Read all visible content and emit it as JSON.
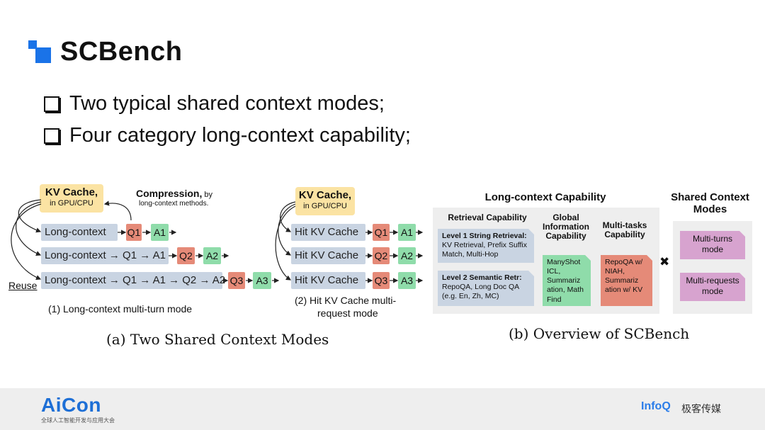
{
  "title": "SCBench",
  "bullets": [
    "Two typical shared context modes;",
    "Four category long-context capability;"
  ],
  "diagram_a": {
    "left": {
      "kv_title": "KV Cache,",
      "kv_sub": "in GPU/CPU",
      "compression_bold": "Compression,",
      "compression_by": " by",
      "compression_sub": "long-context methods.",
      "reuse": "Reuse",
      "row1": {
        "ctx": "Long-context",
        "items": [
          "Q1",
          "A1"
        ]
      },
      "row2": {
        "ctx": "Long-context → Q1 → A1",
        "items": [
          "Q2",
          "A2"
        ]
      },
      "row3": {
        "ctx": "Long-context → Q1 → A1 → Q2 → A2",
        "items": [
          "Q3",
          "A3"
        ]
      },
      "caption": "(1) Long-context multi-turn mode"
    },
    "right": {
      "kv_title": "KV Cache,",
      "kv_sub": "in GPU/CPU",
      "rows": [
        {
          "ctx": "Hit KV Cache",
          "q": "Q1",
          "a": "A1"
        },
        {
          "ctx": "Hit KV Cache",
          "q": "Q2",
          "a": "A2"
        },
        {
          "ctx": "Hit KV Cache",
          "q": "Q3",
          "a": "A3"
        }
      ],
      "caption_line1": "(2) Hit KV Cache multi-",
      "caption_line2": "request mode"
    },
    "caption": "(a) Two Shared Context Modes"
  },
  "diagram_b": {
    "heading": "Long-context Capability",
    "shared_heading": "Shared Context Modes",
    "col_retrieval": "Retrieval Capability",
    "col_global": "Global Information Capability",
    "col_multi": "Multi-tasks Capability",
    "level1_title": "Level 1 String Retrieval:",
    "level1_body": "KV Retrieval, Prefix Suffix Match, Multi-Hop",
    "level2_title": "Level 2 Semantic Retr:",
    "level2_body": "RepoQA, Long Doc QA (e.g. En, Zh, MC)",
    "global_body": "ManyShot ICL, Summariz ation, Math Find",
    "multi_body": "RepoQA w/ NIAH, Summariz ation w/ KV",
    "times": "✖",
    "mode1": "Multi-turns mode",
    "mode2": "Multi-requests mode",
    "caption": "(b) Overview of SCBench"
  },
  "footer": {
    "aicon": "AiCon",
    "aicon_sub": "全球人工智能开发与应用大会",
    "infoq": "InfoQ",
    "infoq_cn": "极客传媒"
  }
}
